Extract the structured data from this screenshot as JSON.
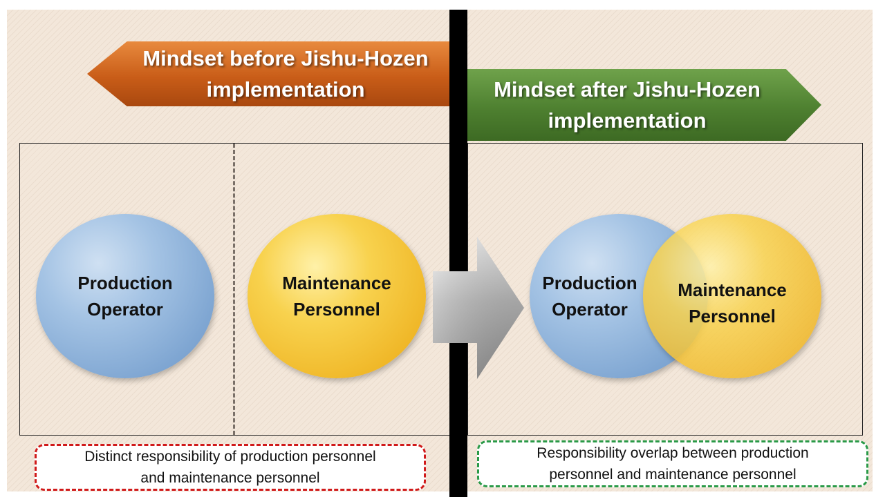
{
  "before": {
    "banner": "Mindset before Jishu-Hozen implementation",
    "circles": [
      {
        "line1": "Production",
        "line2": "Operator"
      },
      {
        "line1": "Maintenance",
        "line2": "Personnel"
      }
    ],
    "note_line1": "Distinct responsibility of production personnel",
    "note_line2": "and maintenance personnel"
  },
  "after": {
    "banner_line1": "Mindset after Jishu-Hozen",
    "banner_line2": "implementation",
    "circles": [
      {
        "line1": "Production",
        "line2": "Operator"
      },
      {
        "line1": "Maintenance",
        "line2": "Personnel"
      }
    ],
    "note_line1": "Responsibility overlap between production",
    "note_line2": "personnel and maintenance personnel"
  },
  "colors": {
    "before_banner": "#c95d18",
    "after_banner": "#4e8030",
    "production_circle": "#8fb2dc",
    "maintenance_circle": "#f3c235",
    "left_note_border": "#d01a1a",
    "right_note_border": "#2a9a48"
  },
  "icons": {
    "transition": "right-arrow-icon"
  }
}
